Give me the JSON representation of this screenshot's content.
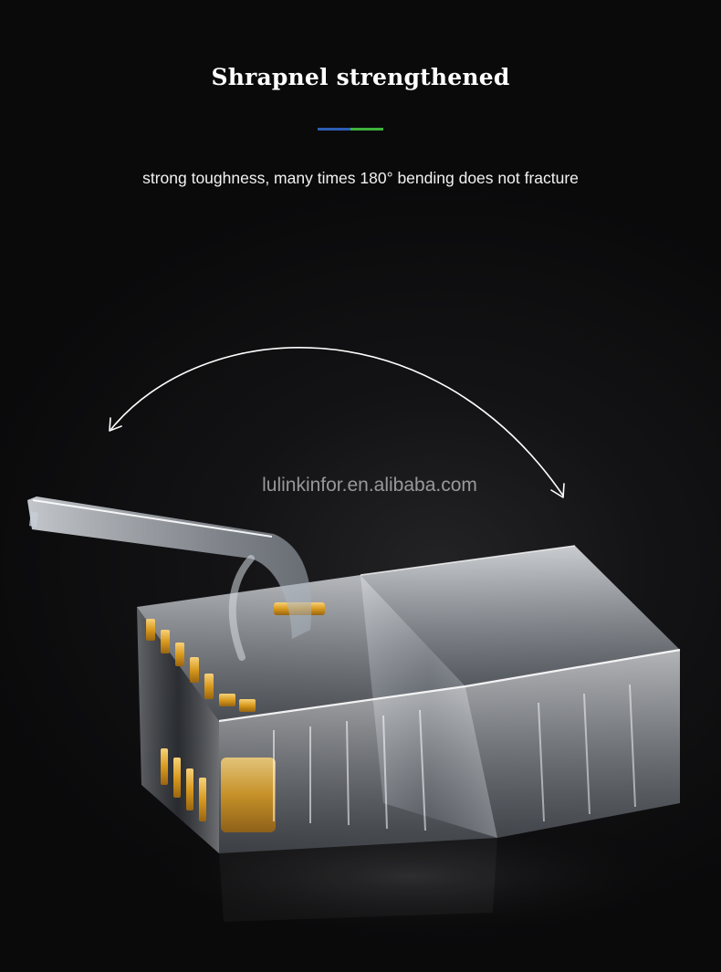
{
  "headline": "Shrapnel strengthened",
  "divider_colors": {
    "left": "#2d5db5",
    "right": "#3fb23b"
  },
  "subtitle": "strong toughness, many times 180° bending does not fracture",
  "watermark": "lulinkinfor.en.alibaba.com",
  "image": {
    "subject": "rj45-connector",
    "arrow_icon": "bend-arrow-icon"
  }
}
